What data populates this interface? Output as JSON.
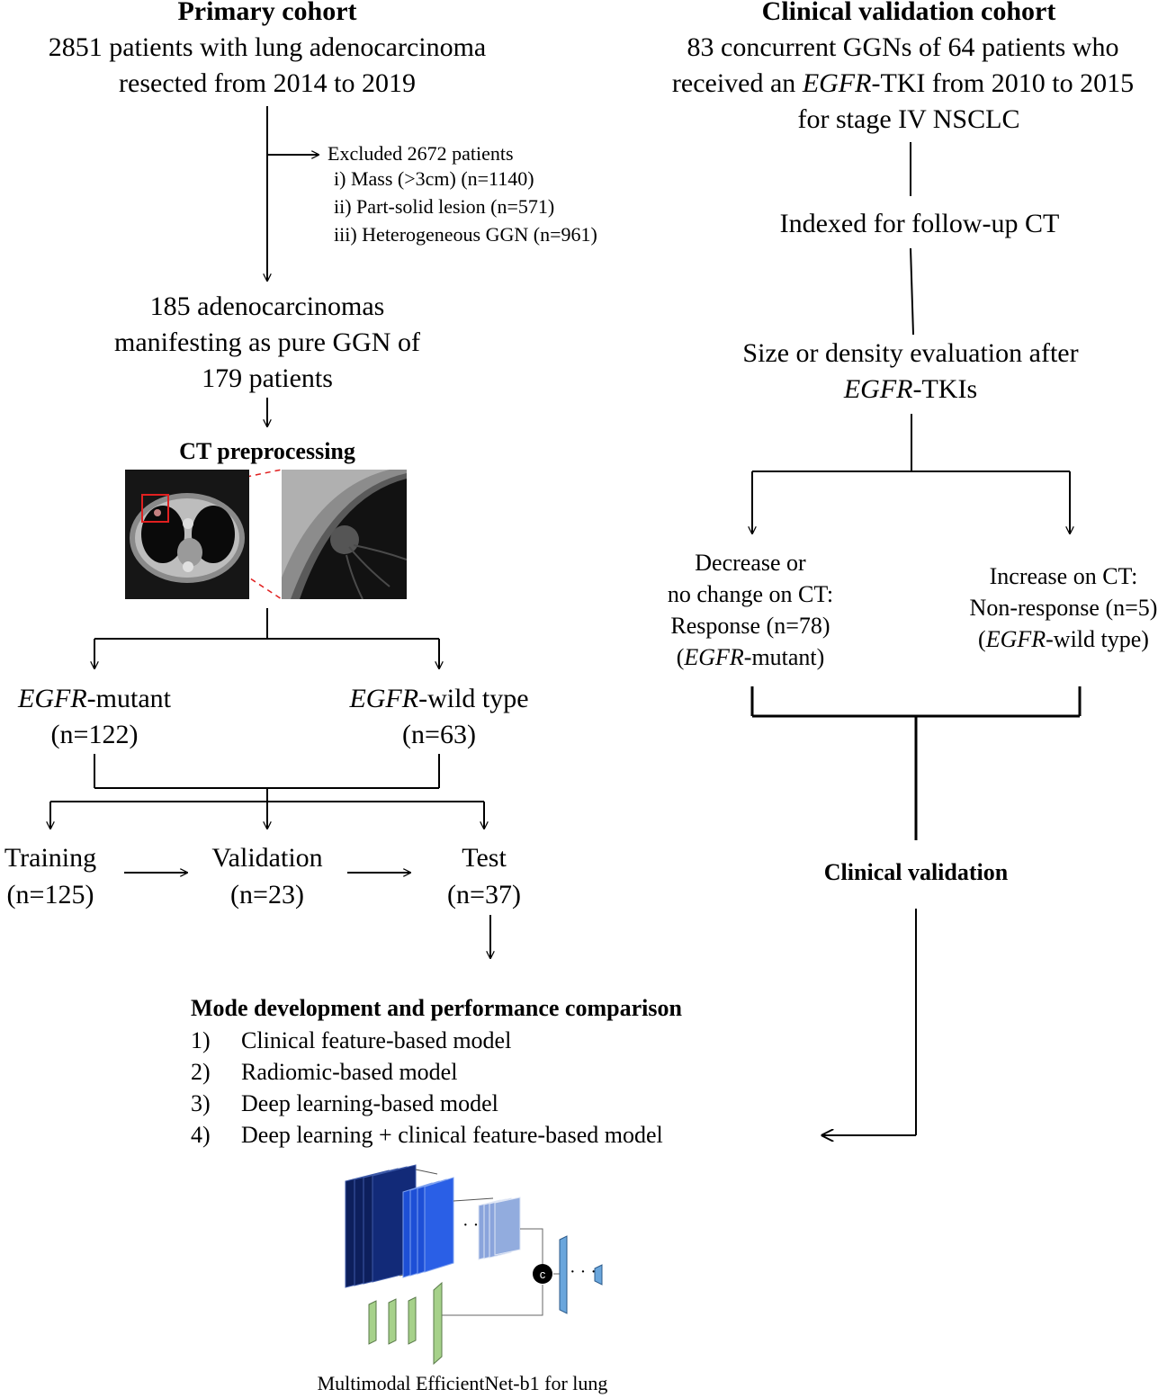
{
  "primary": {
    "header": "Primary cohort",
    "start": [
      "2851 patients with lung adenocarcinoma",
      "resected from 2014 to 2019"
    ],
    "excluded_title": "Excluded 2672 patients",
    "excluded_items": [
      "i) Mass (>3cm) (n=1140)",
      "ii) Part-solid lesion (n=571)",
      "iii) Heterogeneous GGN (n=961)"
    ],
    "included": [
      "185 adenocarcinomas",
      "manifesting as pure GGN of",
      "179 patients"
    ],
    "ct_title": "CT preprocessing",
    "mutant": {
      "gene": "EGFR",
      "suffix": "-mutant",
      "n": "(n=122)"
    },
    "wild": {
      "gene": "EGFR",
      "suffix": "-wild type",
      "n": "(n=63)"
    },
    "splits": [
      {
        "label": "Training",
        "n": "(n=125)"
      },
      {
        "label": "Validation",
        "n": "(n=23)"
      },
      {
        "label": "Test",
        "n": "(n=37)"
      }
    ]
  },
  "clinical": {
    "header": "Clinical validation cohort",
    "start_line1": "83 concurrent GGNs of 64 patients who",
    "start_line2_pre": "received an ",
    "start_line2_gene": "EGFR",
    "start_line2_post": "-TKI from 2010 to 2015",
    "start_line3": "for stage IV NSCLC",
    "indexed": "Indexed for follow-up CT",
    "eval_line1": "Size or density evaluation after",
    "eval_gene": "EGFR",
    "eval_suffix": "-TKIs",
    "response": {
      "lines": [
        "Decrease or",
        "no change on CT:",
        "Response (n=78)"
      ],
      "gene": "EGFR",
      "suffix": "-mutant)"
    },
    "nonresponse": {
      "lines": [
        "Increase on CT:",
        "Non-response (n=5)"
      ],
      "gene": "EGFR",
      "suffix": "-wild type)"
    },
    "validation_label": "Clinical validation"
  },
  "models": {
    "title": "Mode development and performance comparison",
    "items": [
      {
        "num": "1)",
        "label": "Clinical feature-based model"
      },
      {
        "num": "2)",
        "label": "Radiomic-based model"
      },
      {
        "num": "3)",
        "label": "Deep learning-based model"
      },
      {
        "num": "4)",
        "label": "Deep learning + clinical feature-based model"
      }
    ],
    "concat_symbol": "c",
    "dots": "· · ·",
    "caption": "Multimodal EfficientNet-b1 for lung"
  },
  "colors": {
    "line": "#000000",
    "roi": "#e02020",
    "dark_navy": "#0d1f5c",
    "blue": "#1d4fd6",
    "light_blue": "#8aa4dc",
    "sky": "#6aa6dc",
    "green": "#a6d18a"
  }
}
